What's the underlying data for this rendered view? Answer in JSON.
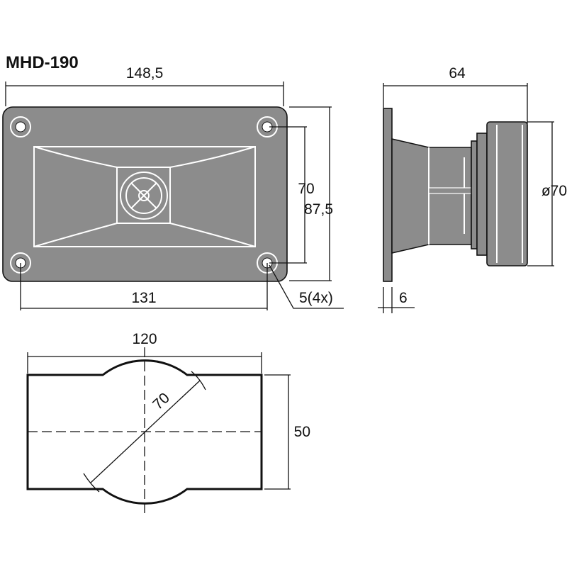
{
  "title": "MHD-190",
  "front_view": {
    "width_label": "148,5",
    "hole_spacing_vertical_label": "70",
    "height_label": "87,5",
    "hole_spacing_horizontal_label": "131",
    "hole_label": "5(4x)"
  },
  "side_view": {
    "depth_label": "64",
    "diameter_label": "ø70",
    "flange_label": "6"
  },
  "cutout_view": {
    "width_label": "120",
    "height_label": "50",
    "diameter_label": "70"
  },
  "colors": {
    "body": "#8c8c8c",
    "line": "#111111",
    "highlight": "#ffffff"
  }
}
